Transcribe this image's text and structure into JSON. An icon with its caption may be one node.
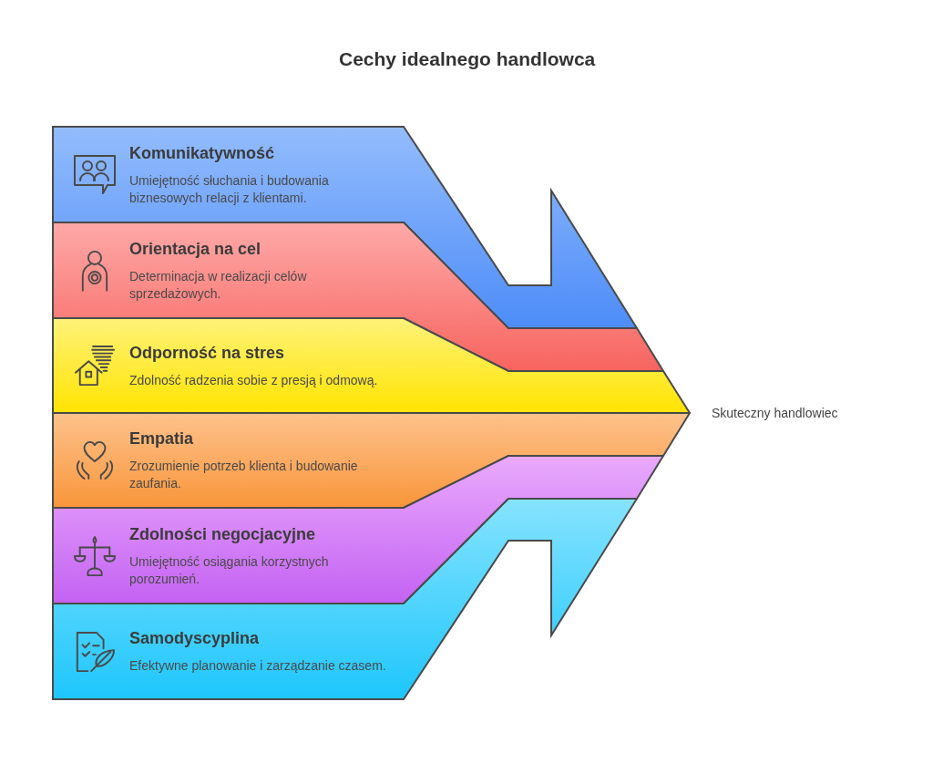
{
  "diagram": {
    "title": "Cechy idealnego handlowca",
    "nodes": [
      {
        "text": [
          "Komunikatywność",
          "Umiejętność słuchania i budowania biznesowych relacji z klientami."
        ]
      },
      {
        "text": [
          "Orientacja na cel",
          "Determinacja w realizacji celów sprzedażowych."
        ]
      },
      {
        "text": [
          "Odporność na stres",
          "Zdolność radzenia sobie z presją i odmową."
        ]
      },
      {
        "text": [
          "Empatia",
          "Zrozumienie potrzeb klienta i budowanie zaufania."
        ]
      },
      {
        "text": [
          "Zdolności negocjacyjne",
          "Umiejętność osiągania korzystnych porozumień."
        ]
      },
      {
        "text": [
          "Samodyscyplina",
          "Efektywne planowanie i zarządzanie czasem."
        ]
      }
    ],
    "labels": [
      "Skuteczny handlowiec"
    ]
  }
}
